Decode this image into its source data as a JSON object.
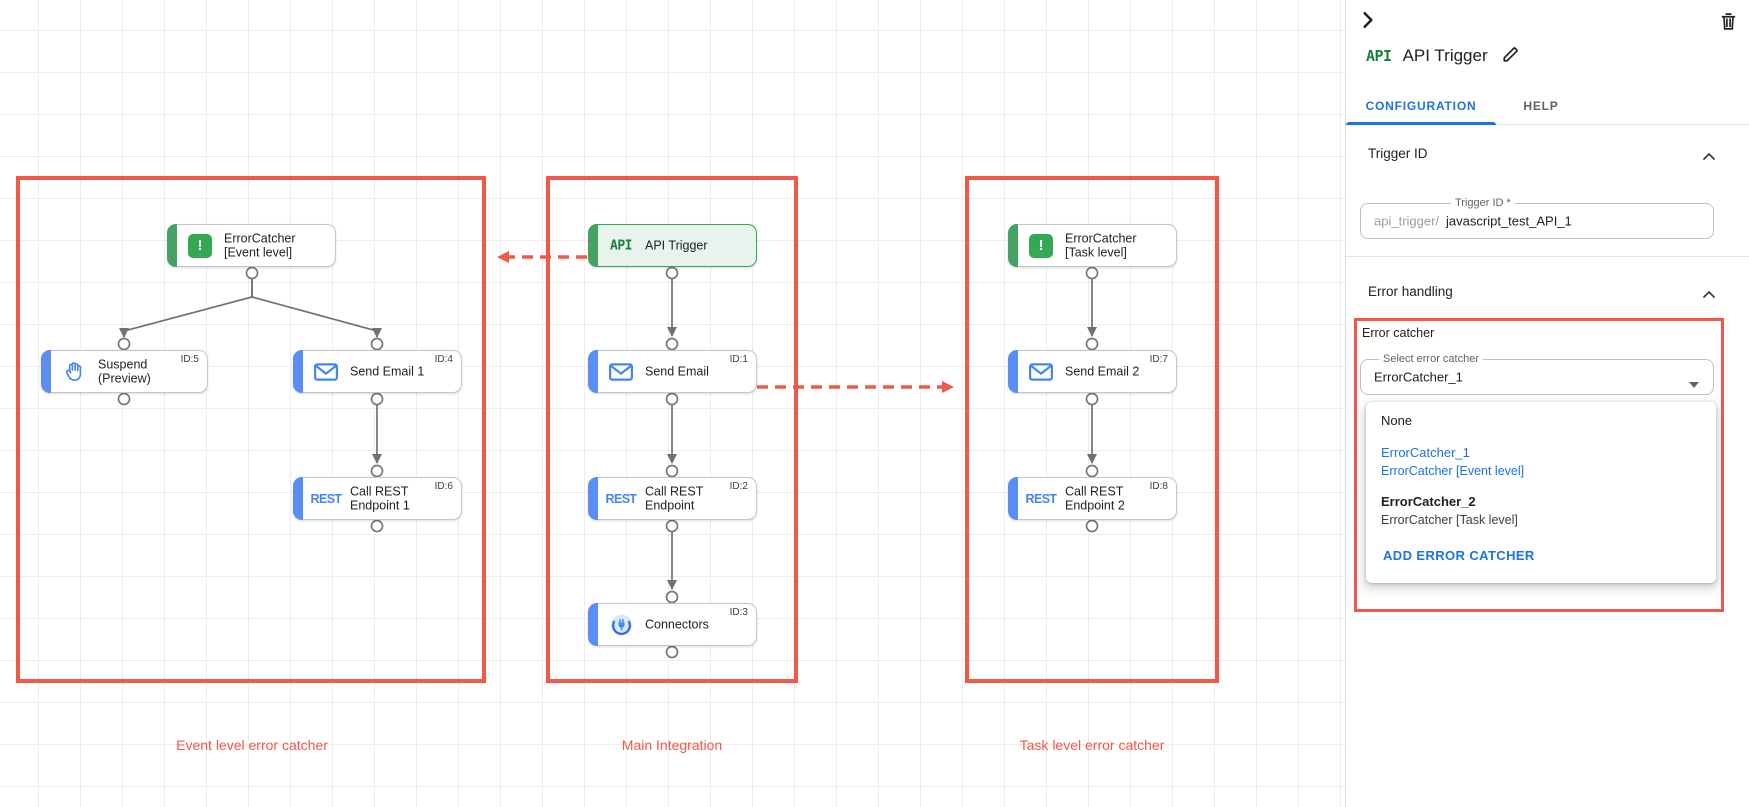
{
  "colors": {
    "red": "#f25847",
    "green": "#34a853",
    "green_dark": "#188038",
    "blue": "#4285f4",
    "blue_bar": "#5b8ef4",
    "link_blue": "#1a73e8",
    "edge_gray": "#6e7276",
    "dot_red": "#e5372b",
    "api_node_bg": "#e9f3ee"
  },
  "icons": {
    "error_catcher_glyph": "!",
    "api_glyph": "API",
    "rest_glyph": "REST"
  },
  "canvas": {
    "groups": [
      {
        "label": "Event level error catcher"
      },
      {
        "label": "Main Integration"
      },
      {
        "label": "Task level error catcher"
      }
    ],
    "nodes": [
      {
        "label1": "ErrorCatcher",
        "label2": "[Event level]"
      },
      {
        "label1": "Suspend",
        "label2": "(Preview)",
        "id": "ID:5"
      },
      {
        "label1": "Send Email 1",
        "id": "ID:4"
      },
      {
        "label1": "Call REST",
        "label2": "Endpoint 1",
        "id": "ID:6"
      },
      {
        "label1": "API Trigger"
      },
      {
        "label1": "Send Email",
        "id": "ID:1"
      },
      {
        "label1": "Call REST",
        "label2": "Endpoint",
        "id": "ID:2"
      },
      {
        "label1": "Connectors",
        "id": "ID:3"
      },
      {
        "label1": "ErrorCatcher",
        "label2": "[Task level]"
      },
      {
        "label1": "Send Email 2",
        "id": "ID:7"
      },
      {
        "label1": "Call REST",
        "label2": "Endpoint 2",
        "id": "ID:8"
      }
    ]
  },
  "panel": {
    "title": "API Trigger",
    "tabs": [
      {
        "label": "CONFIGURATION"
      },
      {
        "label": "HELP"
      }
    ],
    "sections": {
      "trigger_id": {
        "header": "Trigger ID",
        "field_label": "Trigger ID *",
        "prefix": "api_trigger/",
        "value": "javascript_test_API_1"
      },
      "error_handling": {
        "header": "Error handling",
        "group_label": "Error catcher",
        "select_label": "Select error catcher",
        "select_value": "ErrorCatcher_1",
        "menu": {
          "none_label": "None",
          "options": [
            {
              "name": "ErrorCatcher_1",
              "detail": "ErrorCatcher [Event level]"
            },
            {
              "name": "ErrorCatcher_2",
              "detail": "ErrorCatcher [Task level]"
            }
          ],
          "add_label": "ADD ERROR CATCHER"
        }
      }
    }
  }
}
